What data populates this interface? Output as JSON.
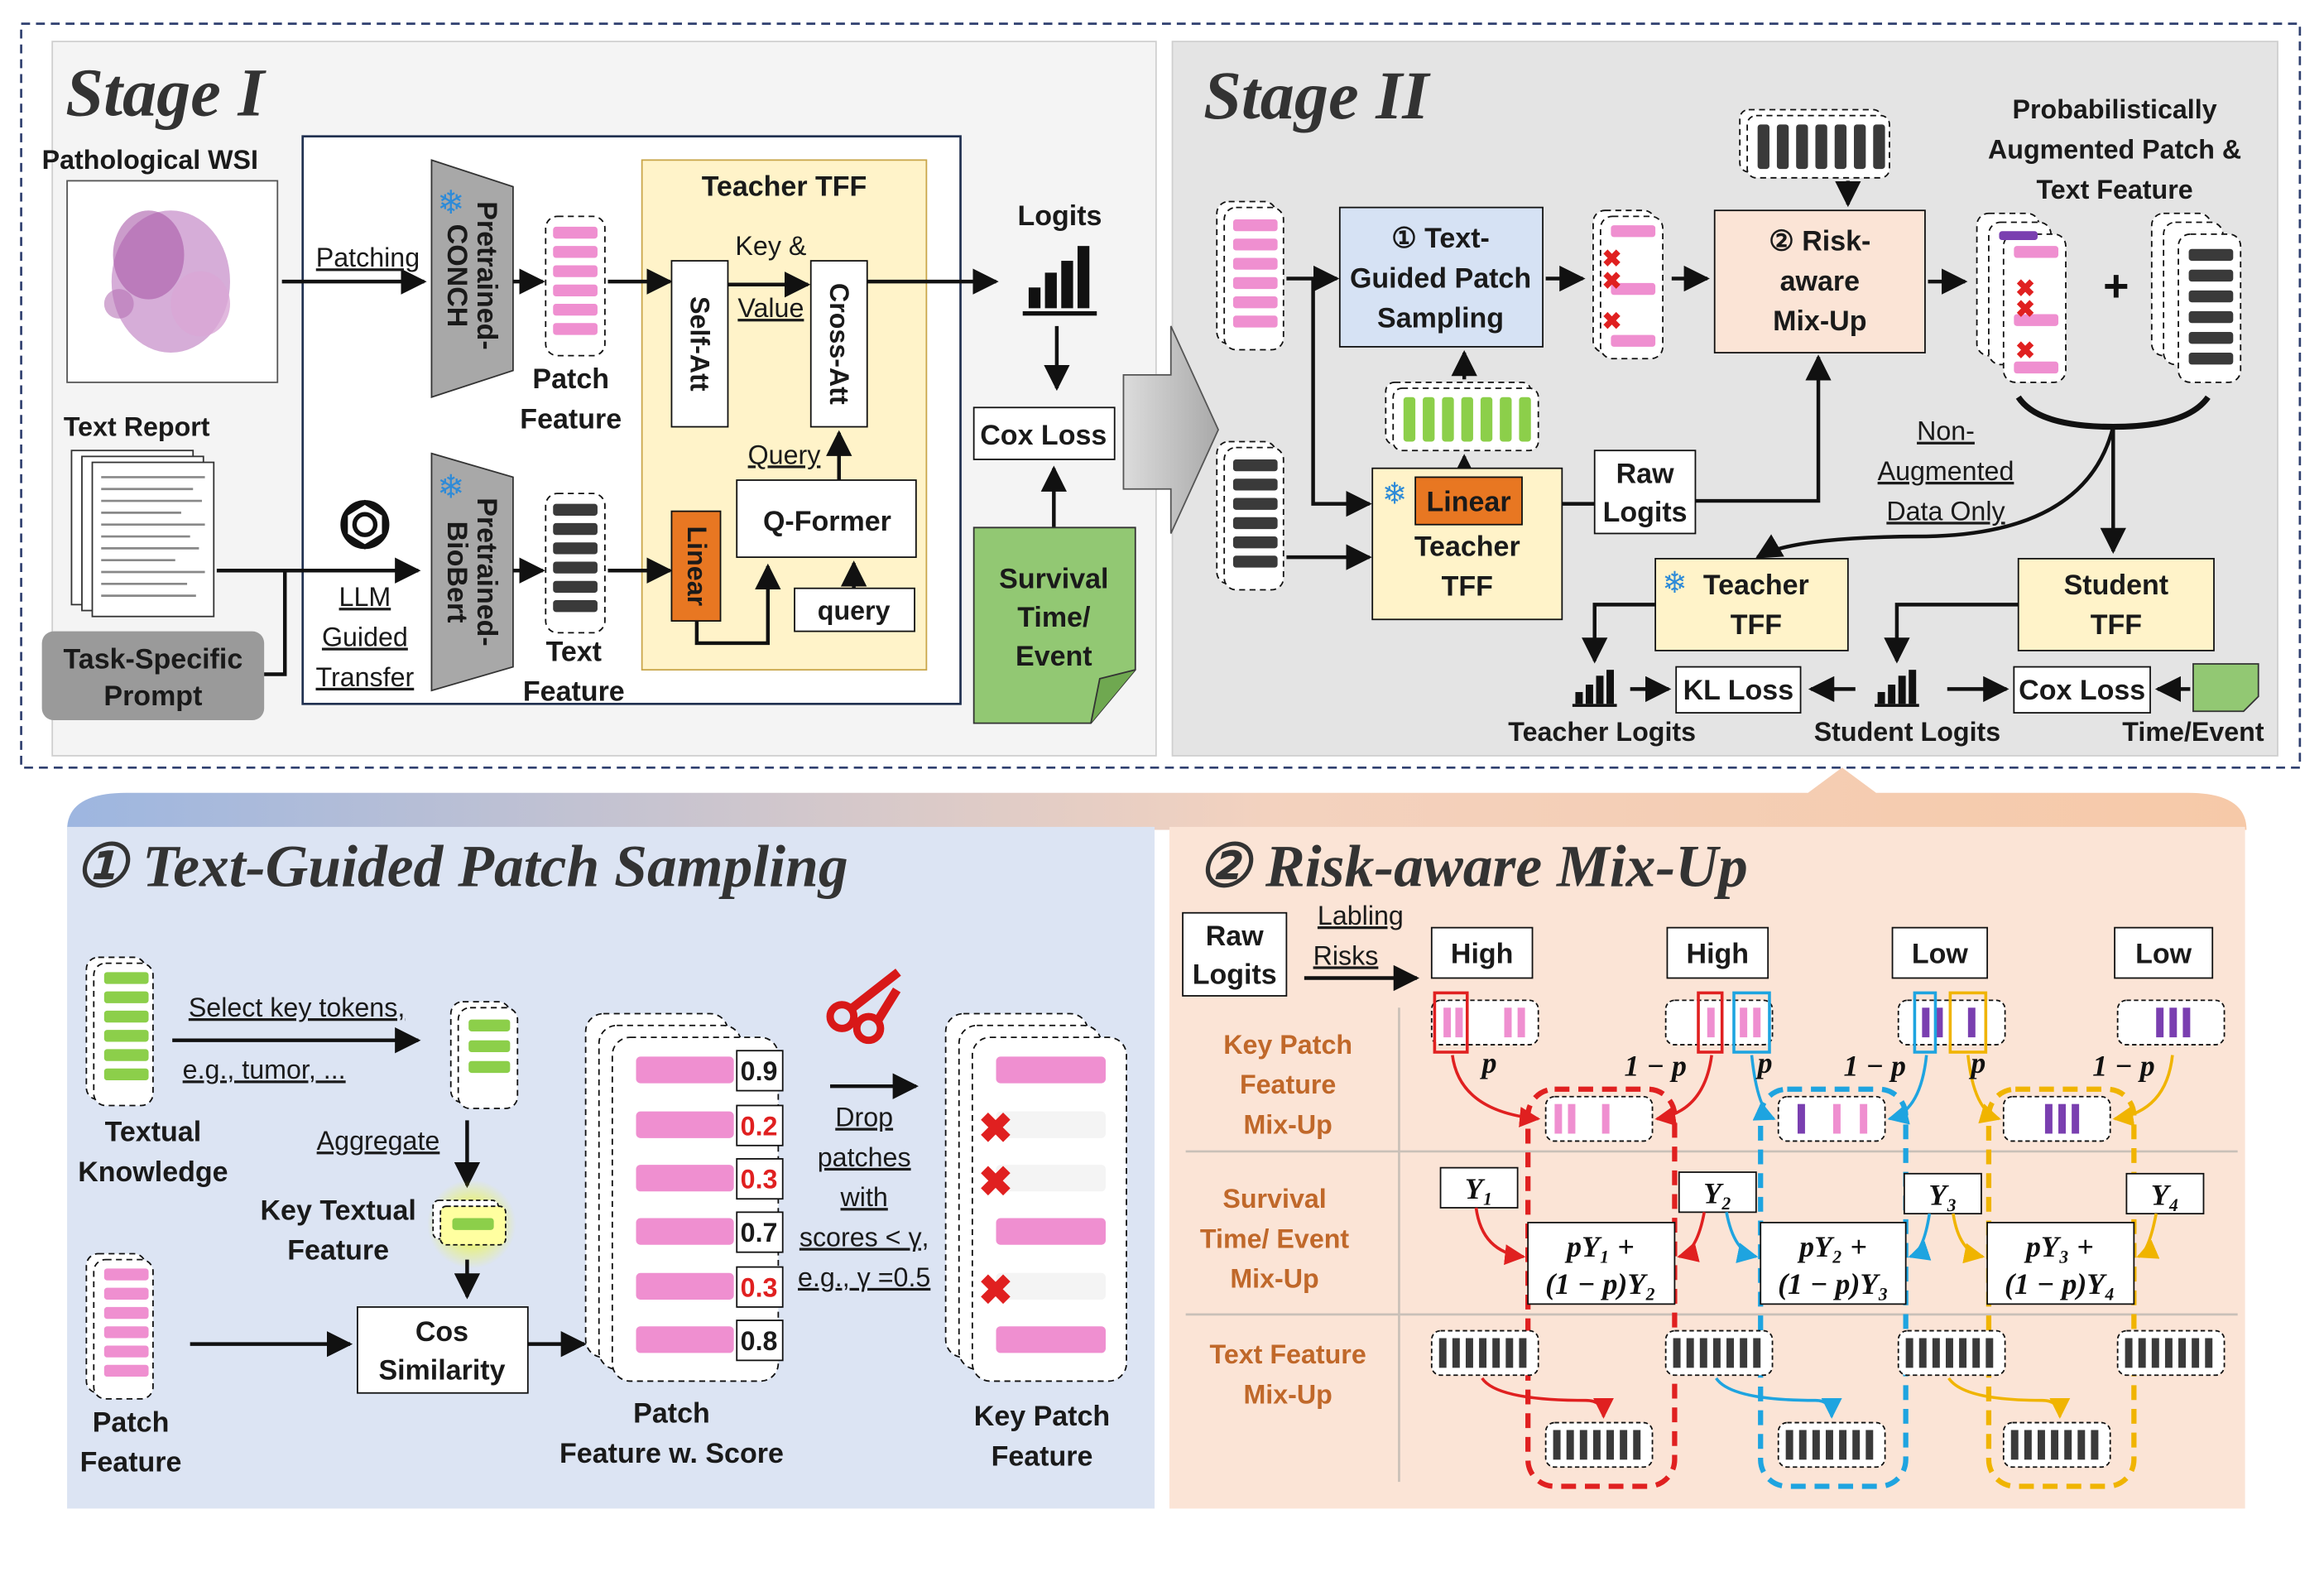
{
  "colors": {
    "pink": "#ef8fd0",
    "green": "#8ccf4a",
    "dark": "#3a3a3a",
    "orange_fill": "#e87722",
    "teacher_fill": "#fff2c8",
    "stage1_bg": "#f5f5f5",
    "stage2_bg": "#e5e5e5",
    "panel1_bg": "#dce5f4",
    "panel2_bg": "#fbe4d6",
    "red": "#e02020",
    "blue": "#1ea4e0",
    "yellow": "#f0b400",
    "purple": "#7a3fb0"
  },
  "icons": [
    "snowflake-icon",
    "openai-icon",
    "bar-chart-icon",
    "scissors-icon",
    "cross-icon",
    "plus-icon"
  ],
  "stage1": {
    "title": "Stage I",
    "wsi_label": "Pathological WSI",
    "text_report": "Text Report",
    "prompt": [
      "Task-Specific",
      "Prompt"
    ],
    "patching": "Patching",
    "llm": [
      "LLM",
      "Guided",
      "Transfer"
    ],
    "conch": [
      "Pretrained-",
      "CONCH"
    ],
    "biobert": [
      "Pretrained-",
      "BioBert"
    ],
    "patch_feature": [
      "Patch",
      "Feature"
    ],
    "text_feature": [
      "Text",
      "Feature"
    ],
    "teacher_title": "Teacher TFF",
    "self_att": "Self-Att",
    "cross_att": "Cross-Att",
    "key_value": [
      "Key &",
      "Value"
    ],
    "query_label": "Query",
    "qformer": "Q-Former",
    "query_box": "query",
    "linear": "Linear",
    "logits": "Logits",
    "cox": "Cox Loss",
    "survival": [
      "Survival",
      "Time/",
      "Event"
    ]
  },
  "stage2": {
    "title": "Stage II",
    "sampling": [
      "① Text-",
      "Guided Patch",
      "Sampling"
    ],
    "riskmix": [
      "② Risk-",
      "aware",
      "Mix-Up"
    ],
    "aug_title": [
      "Probabilistically",
      "Augmented Patch &",
      "Text Feature"
    ],
    "linear": "Linear",
    "teacher": [
      "Teacher",
      "TFF"
    ],
    "raw_logits": [
      "Raw",
      "Logits"
    ],
    "non_aug": [
      "Non-",
      "Augmented",
      "Data Only"
    ],
    "teacher_tff": [
      "Teacher",
      "TFF"
    ],
    "student_tff": [
      "Student",
      "TFF"
    ],
    "kl": "KL Loss",
    "cox": "Cox Loss",
    "teacher_logits": "Teacher Logits",
    "student_logits": "Student Logits",
    "time_event": "Time/Event"
  },
  "panel1": {
    "title": "① Text-Guided Patch Sampling",
    "select": "Select  key tokens,",
    "eg": "e.g., tumor, ...",
    "textual_knowledge": [
      "Textual",
      "Knowledge"
    ],
    "aggregate": "Aggregate",
    "key_textual": [
      "Key Textual",
      "Feature"
    ],
    "cos": [
      "Cos",
      "Similarity"
    ],
    "patch_feature": [
      "Patch",
      "Feature"
    ],
    "scores": [
      "0.9",
      "0.2",
      "0.3",
      "0.7",
      "0.3",
      "0.8"
    ],
    "score_label": [
      "Patch",
      "Feature w. Score"
    ],
    "drop": [
      "Drop",
      "patches",
      "with",
      "scores < γ,",
      "e.g., γ =0.5"
    ],
    "key_patch": [
      "Key Patch",
      "Feature"
    ]
  },
  "panel2": {
    "title": "② Risk-aware Mix-Up",
    "raw_logits": [
      "Raw",
      "Logits"
    ],
    "labling": [
      "Labling",
      "Risks"
    ],
    "risks": [
      "High",
      "High",
      "Low",
      "Low"
    ],
    "row_labels": [
      [
        "Key Patch",
        "Feature",
        "Mix-Up"
      ],
      [
        "Survival",
        "Time/ Event",
        "Mix-Up"
      ],
      [
        "Text Feature",
        "Mix-Up"
      ]
    ],
    "p": "p",
    "one_minus_p": "1 − p",
    "ys": [
      "Y₁",
      "Y₂",
      "Y₃",
      "Y₄"
    ],
    "mix_formulas": [
      [
        "pY₁ +",
        "(1 − p)Y₂"
      ],
      [
        "pY₂ +",
        "(1 − p)Y₃"
      ],
      [
        "pY₃ +",
        "(1 − p)Y₄"
      ]
    ]
  }
}
